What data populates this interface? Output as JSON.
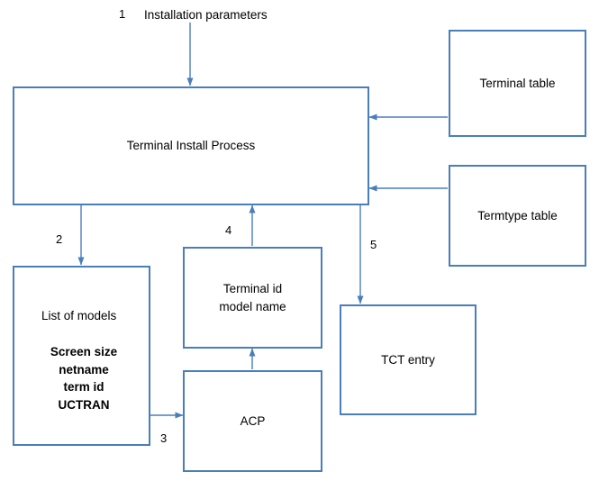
{
  "diagram": {
    "type": "flow-diagram",
    "stroke_color": "#4a7ebb",
    "text_color": "#000000",
    "background": "#ffffff",
    "title_label": "Installation parameters",
    "boxes": [
      {
        "id": "terminal-install-process",
        "label": "Terminal Install Process"
      },
      {
        "id": "terminal-table",
        "label": "Terminal table"
      },
      {
        "id": "termtype-table",
        "label": "Termtype table"
      },
      {
        "id": "list-of-models",
        "label": "List of models"
      },
      {
        "id": "terminal-id-model-name",
        "label": "Terminal id\nmodel name"
      },
      {
        "id": "acp",
        "label": "ACP"
      },
      {
        "id": "tct-entry",
        "label": "TCT entry"
      }
    ],
    "list_of_models_details": "Screen size\nnetname\nterm id\nUCTRAN",
    "edge_numbers": [
      {
        "id": "edge-1",
        "text": "1"
      },
      {
        "id": "edge-2",
        "text": "2"
      },
      {
        "id": "edge-3",
        "text": "3"
      },
      {
        "id": "edge-4",
        "text": "4"
      },
      {
        "id": "edge-5",
        "text": "5"
      }
    ]
  }
}
